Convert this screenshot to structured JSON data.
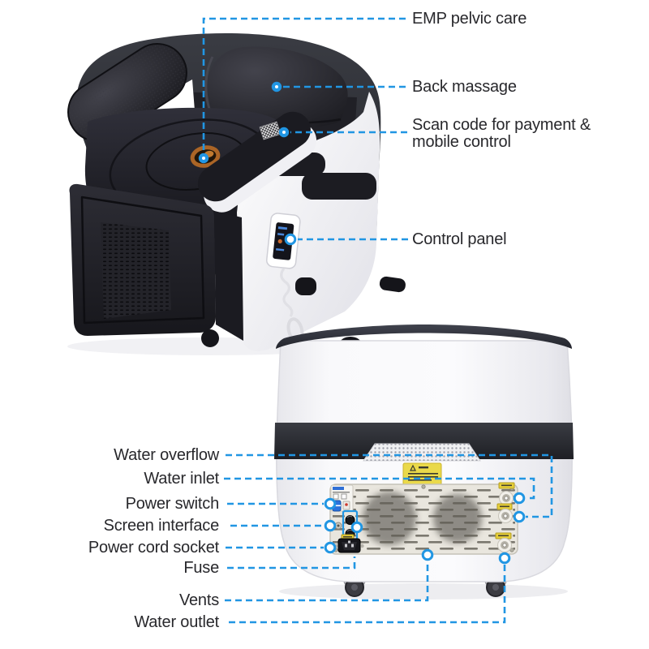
{
  "labels": {
    "emp_pelvic_care": "EMP pelvic care",
    "back_massage": "Back massage",
    "scan_code_line1": "Scan code for payment &",
    "scan_code_line2": "mobile control",
    "control_panel": "Control panel",
    "water_overflow": "Water overflow",
    "water_inlet": "Water inlet",
    "power_switch": "Power switch",
    "screen_interface": "Screen interface",
    "power_cord_socket": "Power cord socket",
    "fuse": "Fuse",
    "vents": "Vents",
    "water_outlet": "Water outlet"
  },
  "colors": {
    "callout_blue": "#2196e3",
    "label_text": "#28282c",
    "machine_dark": "#26282e",
    "body_white": "#f5f5f7",
    "sticker_yellow": "#e8d34a",
    "seat_accent_orange": "#b4702c"
  }
}
